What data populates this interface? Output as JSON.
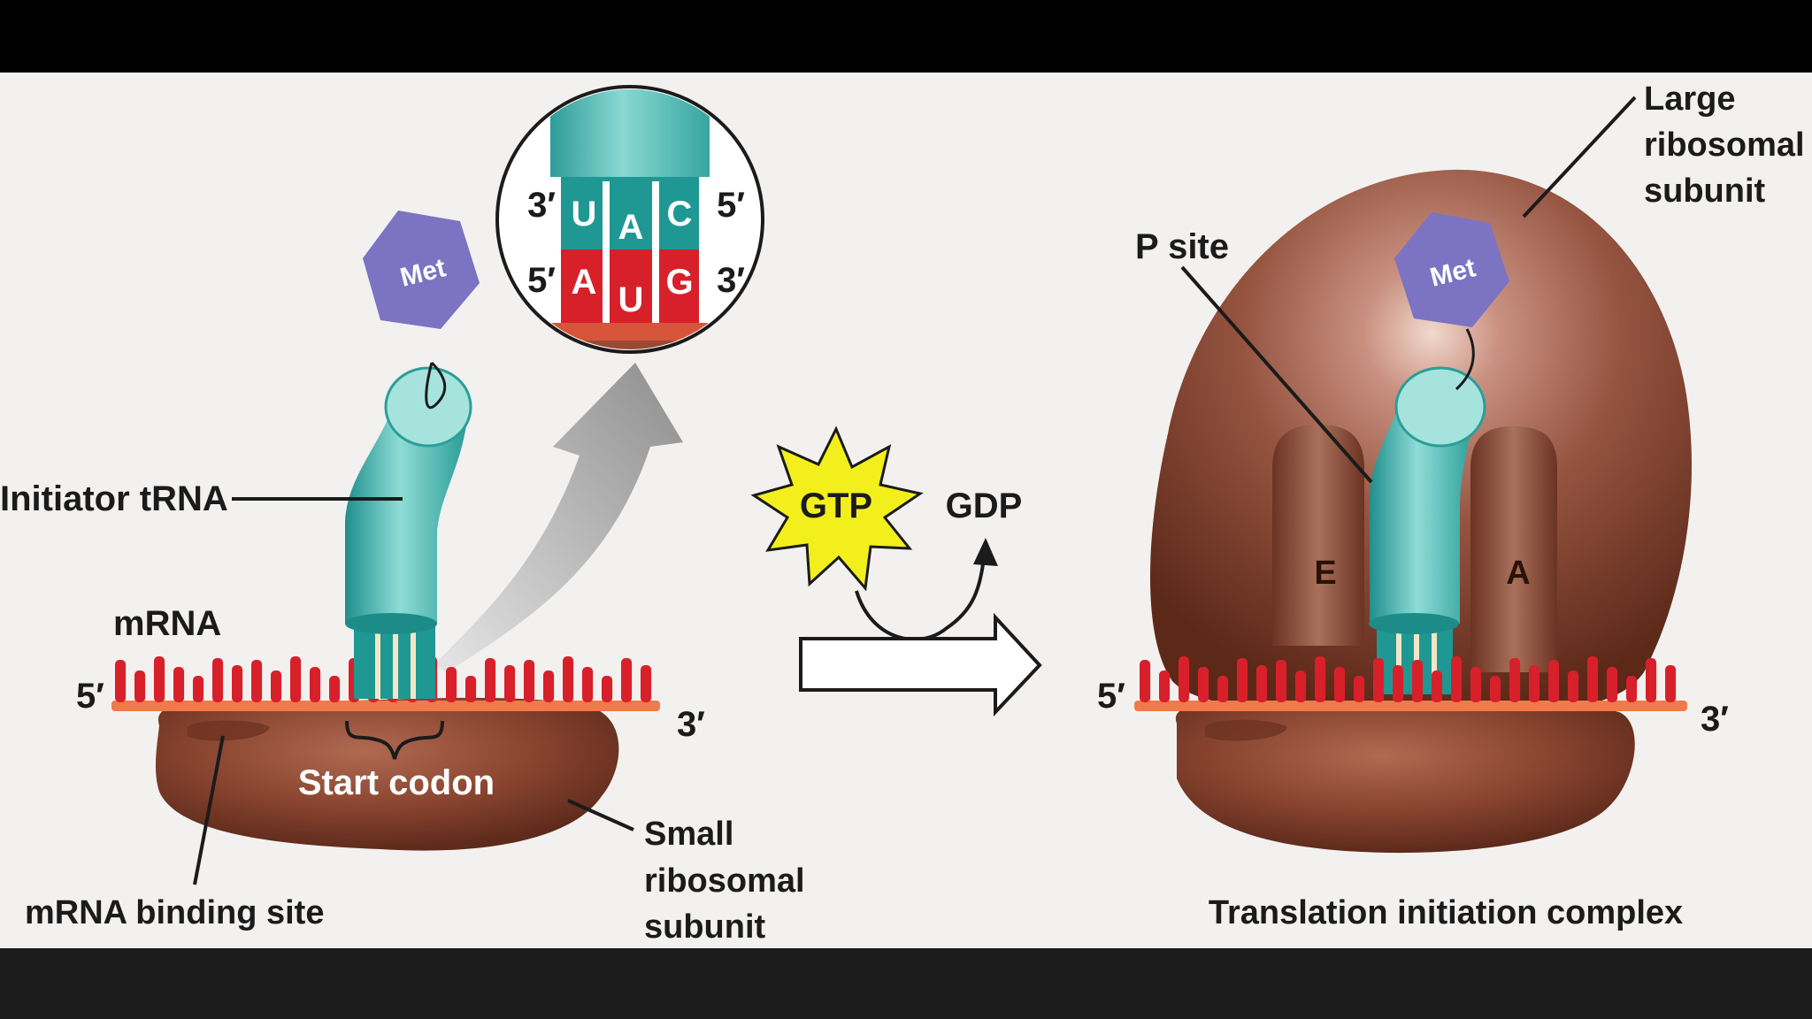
{
  "left_panel": {
    "labels": {
      "initiator_trna": "Initiator tRNA",
      "mrna": "mRNA",
      "five_prime": "5′",
      "three_prime": "3′",
      "start_codon": "Start codon",
      "mrna_binding_site": "mRNA binding site",
      "small_subunit": [
        "Small",
        "ribosomal",
        "subunit"
      ]
    },
    "met": "Met",
    "zoom": {
      "trna_anticodon": [
        "U",
        "A",
        "C"
      ],
      "mrna_codon": [
        "A",
        "U",
        "G"
      ],
      "top_left": "3′",
      "top_right": "5′",
      "bottom_left": "5′",
      "bottom_right": "3′"
    }
  },
  "middle": {
    "gtp": "GTP",
    "gdp": "GDP"
  },
  "right_panel": {
    "labels": {
      "large_subunit": [
        "Large",
        "ribosomal",
        "subunit"
      ],
      "p_site": "P site",
      "e_site": "E",
      "a_site": "A",
      "five_prime": "5′",
      "three_prime": "3′",
      "title": "Translation initiation complex"
    },
    "met": "Met"
  },
  "colors": {
    "background": "#f2f1ef",
    "ribosome": "#8f4a35",
    "trna": "#3fb0aa",
    "mrna": "#d8202a",
    "met": "#7c73c2",
    "gtp_burst": "#f3ef1c"
  }
}
